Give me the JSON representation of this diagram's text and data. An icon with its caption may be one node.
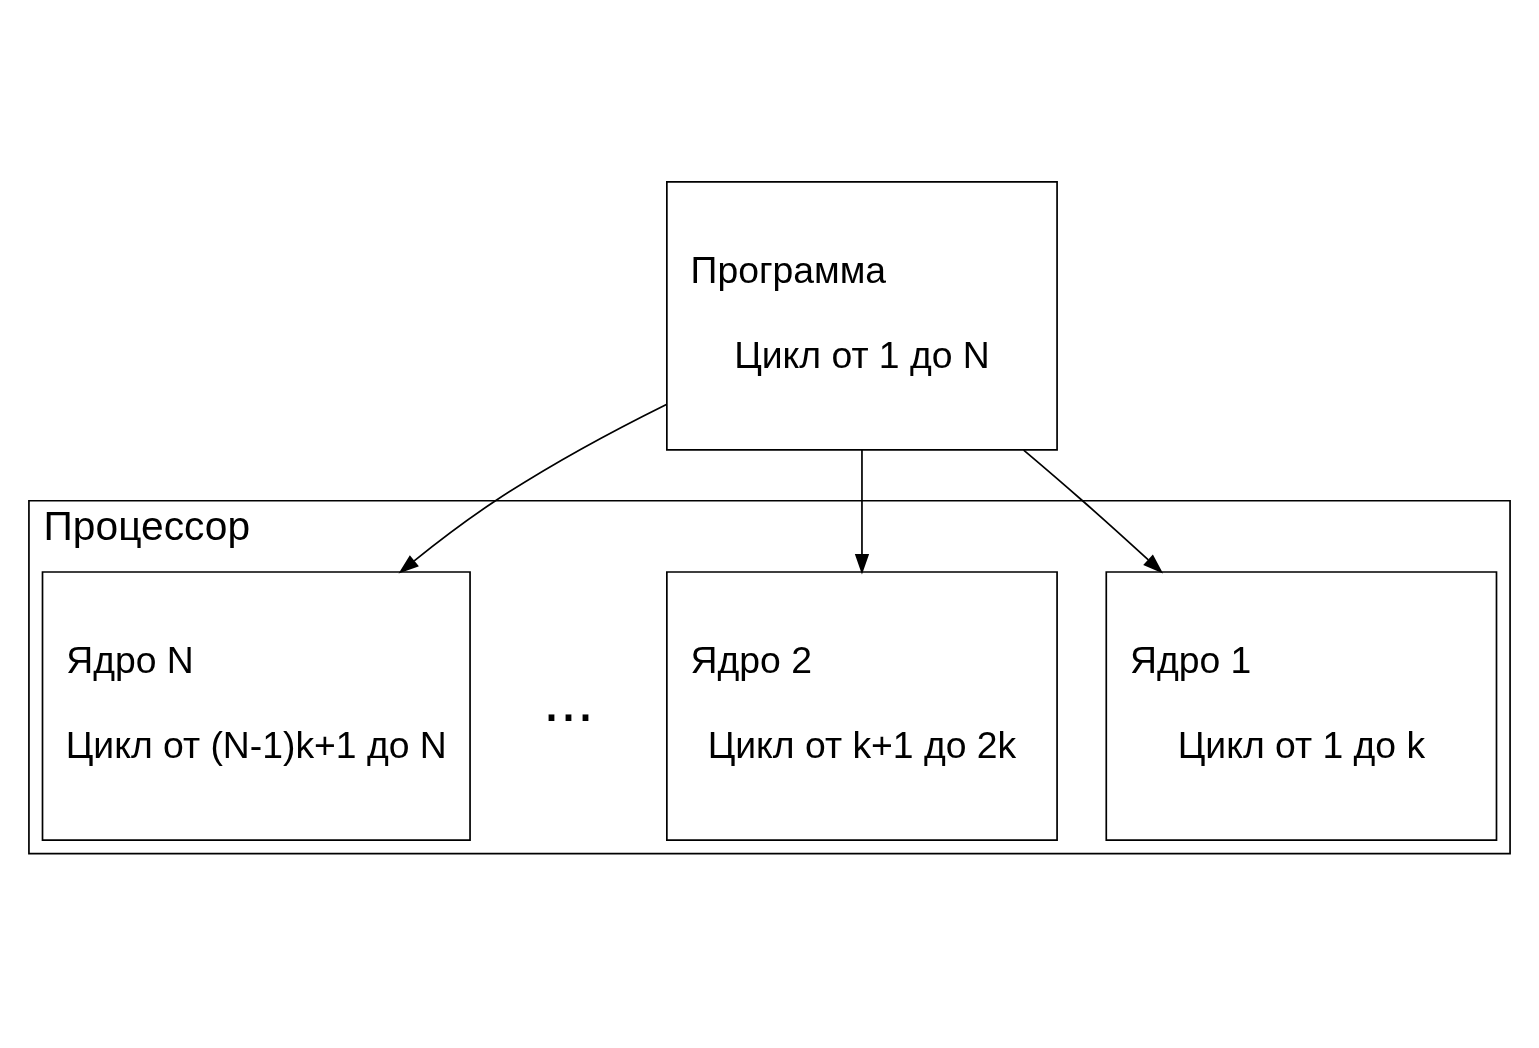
{
  "diagram": {
    "nodes": [
      {
        "text": [
          "Программа",
          "Цикл от 1 до N"
        ]
      },
      {
        "text": [
          "Процессор"
        ]
      },
      {
        "text": [
          "Ядро 1",
          "Цикл от 1 до k"
        ],
        "in": 1
      },
      {
        "text": [
          "Ядро 2",
          "Цикл от k+1 до 2k"
        ],
        "in": 1
      },
      {
        "text": [
          "Ядро N",
          "Цикл от (N-1)k+1 до N"
        ],
        "in": 1
      }
    ],
    "edges": [
      {
        "from": 0,
        "to": 2,
        "arrow": "to"
      },
      {
        "from": 0,
        "to": 3,
        "arrow": "to"
      },
      {
        "from": 0,
        "to": 4,
        "arrow": "to"
      }
    ],
    "labels": [
      "..."
    ]
  }
}
